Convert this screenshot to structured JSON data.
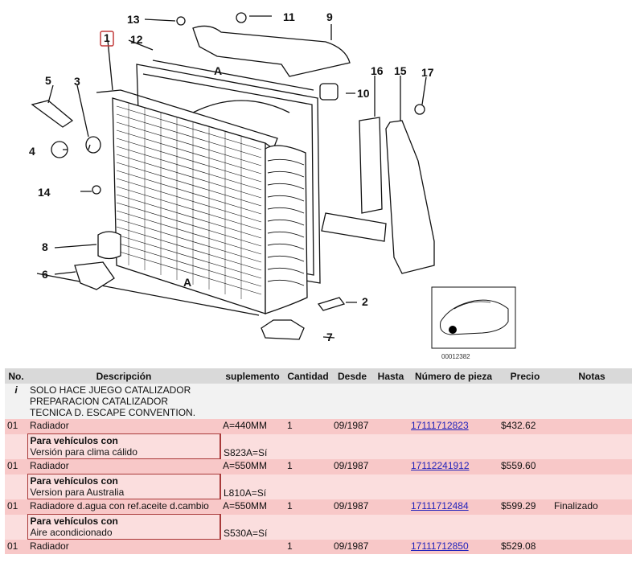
{
  "diagram": {
    "callouts": [
      "1",
      "2",
      "3",
      "4",
      "5",
      "6",
      "7",
      "8",
      "9",
      "10",
      "11",
      "12",
      "13",
      "14",
      "15",
      "16",
      "17"
    ],
    "dimension_label": "A",
    "thumbnail_code": "00012382"
  },
  "table": {
    "headers": [
      "No.",
      "Descripción",
      "suplemento",
      "Cantidad",
      "Desde",
      "Hasta",
      "Número de pieza",
      "Precio",
      "Notas"
    ],
    "info": {
      "icon": "i",
      "line1": "SOLO HACE JUEGO CATALIZADOR",
      "line2": "PREPARACION CATALIZADOR",
      "line3": "TECNICA D. ESCAPE CONVENTION."
    },
    "rows": [
      {
        "no": "01",
        "desc": "Radiador",
        "supl": "A=440MM",
        "qty": "1",
        "from": "09/1987",
        "to": "",
        "part": "17111712823",
        "price": "$432.62",
        "notes": "",
        "cond_title": "Para vehículos con",
        "cond_text": "Versión para clima cálido",
        "cond_code": "S823A=Sí"
      },
      {
        "no": "01",
        "desc": "Radiador",
        "supl": "A=550MM",
        "qty": "1",
        "from": "09/1987",
        "to": "",
        "part": "17112241912",
        "price": "$559.60",
        "notes": "",
        "cond_title": "Para vehículos con",
        "cond_text": "Version para Australia",
        "cond_code": "L810A=Sí"
      },
      {
        "no": "01",
        "desc": "Radiadore d.agua con ref.aceite d.cambio",
        "supl": "A=550MM",
        "qty": "1",
        "from": "09/1987",
        "to": "",
        "part": "17111712484",
        "price": "$599.29",
        "notes": "Finalizado",
        "cond_title": "Para vehículos con",
        "cond_text": "Aire acondicionado",
        "cond_code": "S530A=Sí"
      },
      {
        "no": "01",
        "desc": "Radiador",
        "supl": "",
        "qty": "1",
        "from": "09/1987",
        "to": "",
        "part": "17111712850",
        "price": "$529.08",
        "notes": ""
      }
    ]
  }
}
